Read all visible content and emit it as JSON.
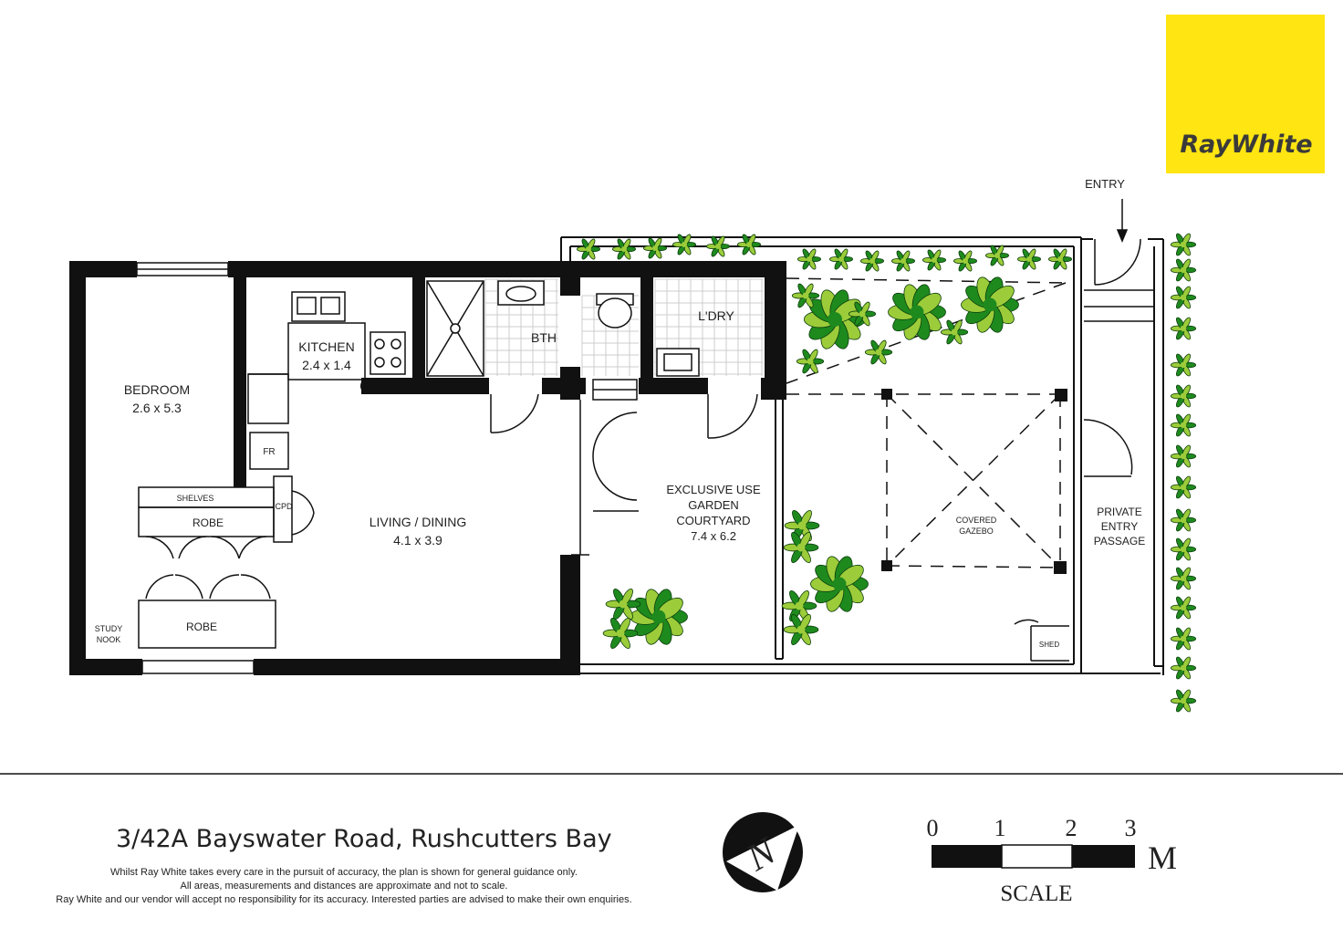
{
  "brand": {
    "name": "RayWhite",
    "color": "#FFE512",
    "text_color": "#3a3a3a"
  },
  "rooms": {
    "bedroom": {
      "name": "BEDROOM",
      "dims": "2.6 x 5.3"
    },
    "kitchen": {
      "name": "KITCHEN",
      "dims": "2.4 x 1.4"
    },
    "bath": {
      "name": "BTH"
    },
    "laundry": {
      "name": "L'DRY"
    },
    "living": {
      "name": "LIVING / DINING",
      "dims": "4.1 x 3.9"
    },
    "courtyard": {
      "line1": "EXCLUSIVE USE",
      "line2": "GARDEN",
      "line3": "COURTYARD",
      "dims": "7.4 x 6.2"
    },
    "gazebo": {
      "line1": "COVERED",
      "line2": "GAZEBO"
    },
    "passage": {
      "line1": "PRIVATE",
      "line2": "ENTRY",
      "line3": "PASSAGE"
    }
  },
  "fixtures": {
    "fridge": "FR",
    "shelves": "SHELVES",
    "cupboard": "CPD",
    "robe_upper": "ROBE",
    "robe_lower": "ROBE",
    "study_line1": "STUDY",
    "study_line2": "NOOK",
    "shed": "SHED",
    "entry": "ENTRY"
  },
  "footer": {
    "address": "3/42A Bayswater Road, Rushcutters Bay",
    "disclaimer_line1": "Whilst Ray White takes every care in the pursuit of accuracy, the plan is shown for general guidance only.",
    "disclaimer_line2": "All areas, measurements and distances are approximate and not to scale.",
    "disclaimer_line3": "Ray White and our vendor will accept no responsibility for its accuracy. Interested parties are advised to make their own enquiries."
  },
  "compass": {
    "letter": "N"
  },
  "scale": {
    "ticks": [
      "0",
      "1",
      "2",
      "3"
    ],
    "unit": "M",
    "label": "SCALE"
  },
  "colors": {
    "wall": "#111111",
    "plant_dark": "#1e8a1e",
    "plant_light": "#9ccc3a",
    "tile_line": "#cccccc"
  }
}
